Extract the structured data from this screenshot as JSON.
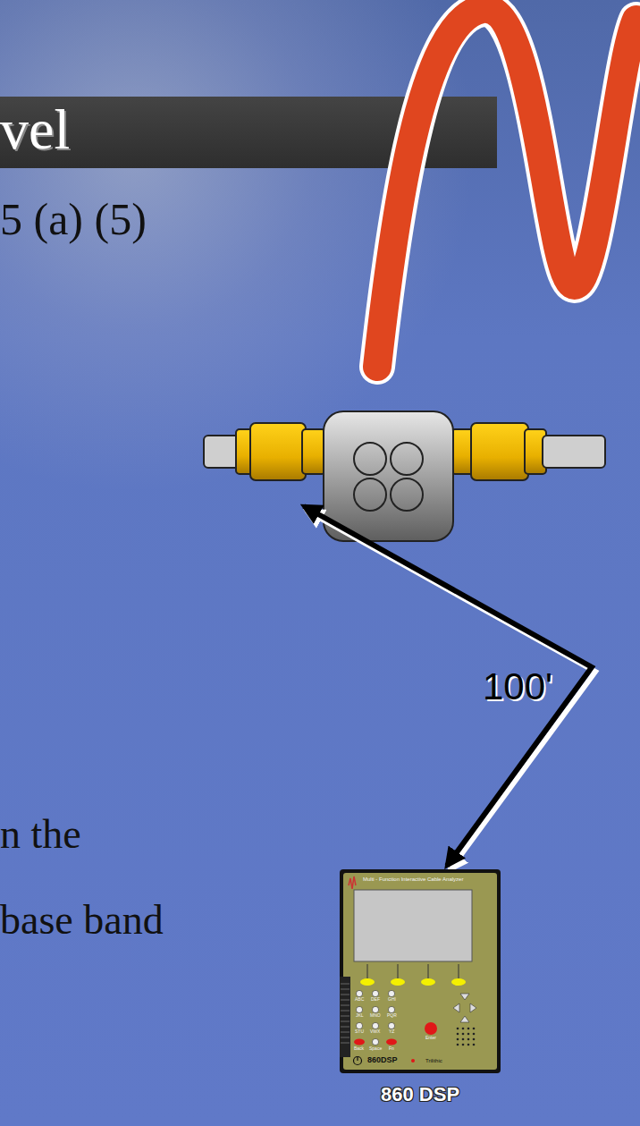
{
  "diagram": {
    "title": "vel",
    "labels": [
      "5 (a) (5)",
      "100'",
      "n the",
      "base band",
      "Multi - Function Interactive Cable Analyzer",
      "1",
      "2",
      "3",
      "ABC",
      "DEF",
      "GHI",
      "4",
      "5",
      "6",
      "JKL",
      "MNO",
      "PQR",
      "7",
      "8",
      "9",
      "STU",
      "VWX",
      "YZ",
      "0",
      "Back",
      "Space",
      "Fn",
      "Enter",
      "860DSP",
      "Trilithic",
      "860 DSP"
    ]
  }
}
